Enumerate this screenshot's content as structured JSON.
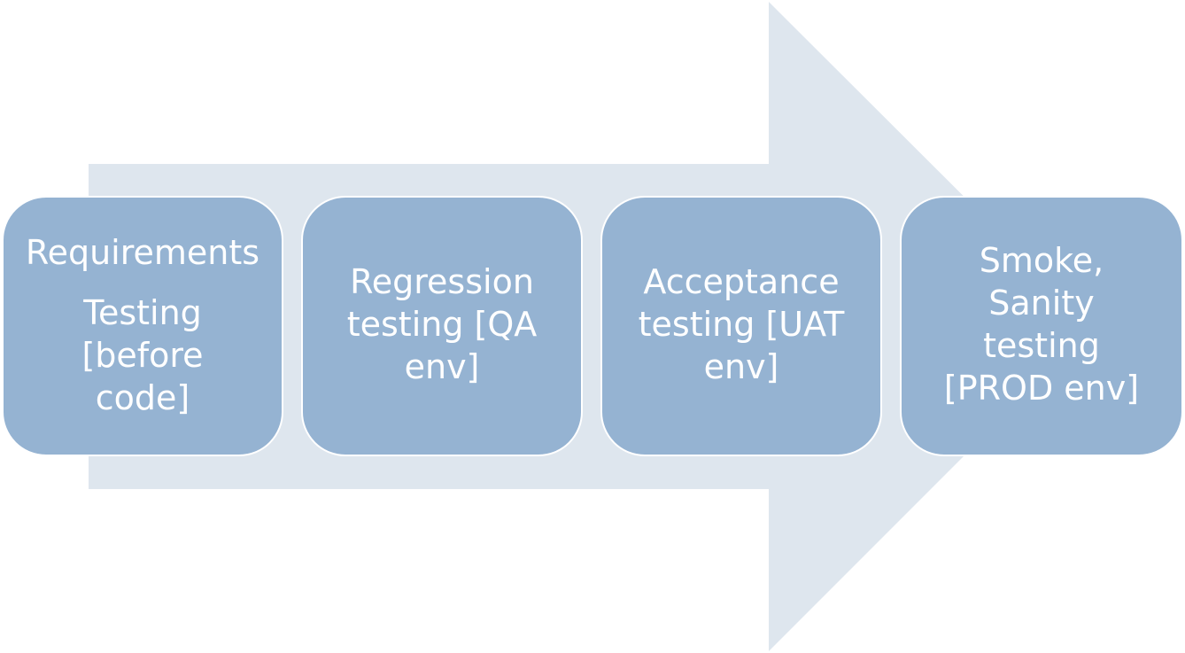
{
  "colors": {
    "arrow": "#dee6ee",
    "box_fill": "#95b3d2",
    "box_border": "#ffffff",
    "text": "#ffffff"
  },
  "steps": [
    {
      "heading": "Requirements",
      "body": "Testing\n[before\ncode]"
    },
    {
      "body": "Regression\ntesting [QA\nenv]"
    },
    {
      "body": "Acceptance\ntesting [UAT\nenv]"
    },
    {
      "body": "Smoke,\nSanity\ntesting\n[PROD env]"
    }
  ]
}
